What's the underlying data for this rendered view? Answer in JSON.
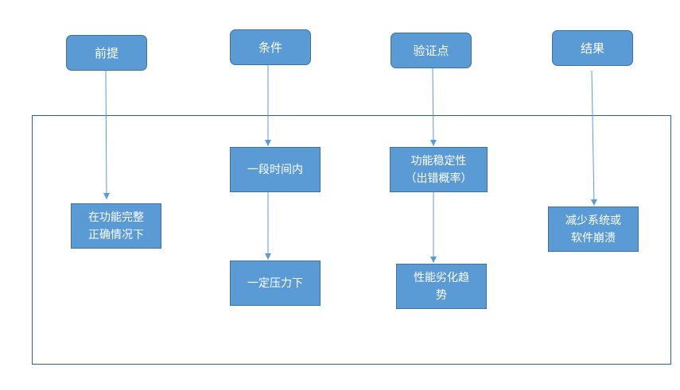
{
  "headers": {
    "premise": "前提",
    "condition": "条件",
    "check_point": "验证点",
    "result": "结果"
  },
  "boxes": {
    "premise_box": "在功能完整\n正确情况下",
    "condition_box_1": "一段时间内",
    "condition_box_2": "一定压力下",
    "check_box_1": "功能稳定性\n（出错概率）",
    "check_box_2": "性能劣化趋\n势",
    "result_box": "减少系统或\n软件崩溃"
  },
  "colors": {
    "fill": "#5b9bd5",
    "border": "#41719c",
    "arrow": "#5b9bd5",
    "frame": "#2f5f8a",
    "text": "#ffffff"
  }
}
